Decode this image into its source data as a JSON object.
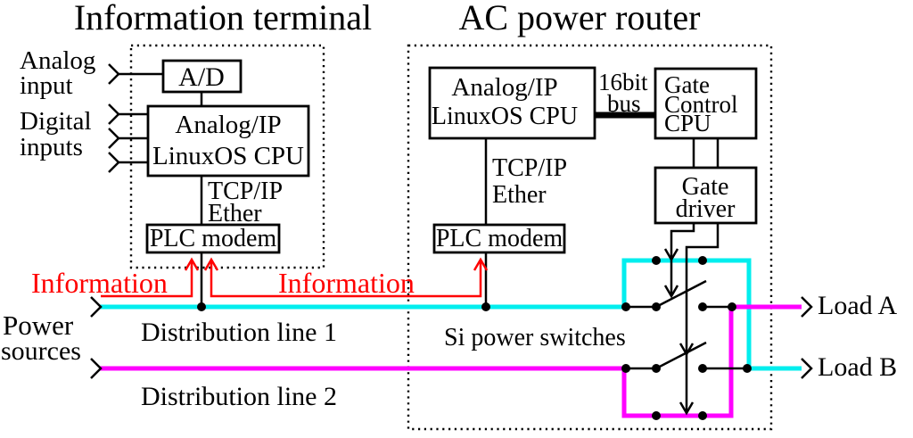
{
  "diagram": {
    "info_terminal": {
      "title": "Information terminal",
      "analog_input_l1": "Analog",
      "analog_input_l2": "input",
      "digital_inputs_l1": "Digital",
      "digital_inputs_l2": "inputs",
      "ad_converter": "A/D",
      "cpu_l1": "Analog/IP",
      "cpu_l2": "LinuxOS CPU",
      "link_l1": "TCP/IP",
      "link_l2": "Ether",
      "plc_modem": "PLC modem"
    },
    "ac_router": {
      "title": "AC power router",
      "cpu_l1": "Analog/IP",
      "cpu_l2": "LinuxOS CPU",
      "bus_l1": "16bit",
      "bus_l2": "bus",
      "gate_control_l1": "Gate",
      "gate_control_l2": "Control",
      "gate_control_l3": "CPU",
      "gate_driver_l1": "Gate",
      "gate_driver_l2": "driver",
      "link_l1": "TCP/IP",
      "link_l2": "Ether",
      "plc_modem": "PLC modem",
      "switches_label": "Si power switches"
    },
    "information_left": "Information",
    "information_mid": "Information",
    "power_sources_l1": "Power",
    "power_sources_l2": "sources",
    "dist_line1_label": "Distribution line 1",
    "dist_line2_label": "Distribution line 2",
    "load_a": "Load A",
    "load_b": "Load B",
    "colors": {
      "background": "#ffffff",
      "ink": "#000000",
      "line1": "#00eeee",
      "line2": "#ff00ff",
      "information": "#ff0000"
    }
  }
}
